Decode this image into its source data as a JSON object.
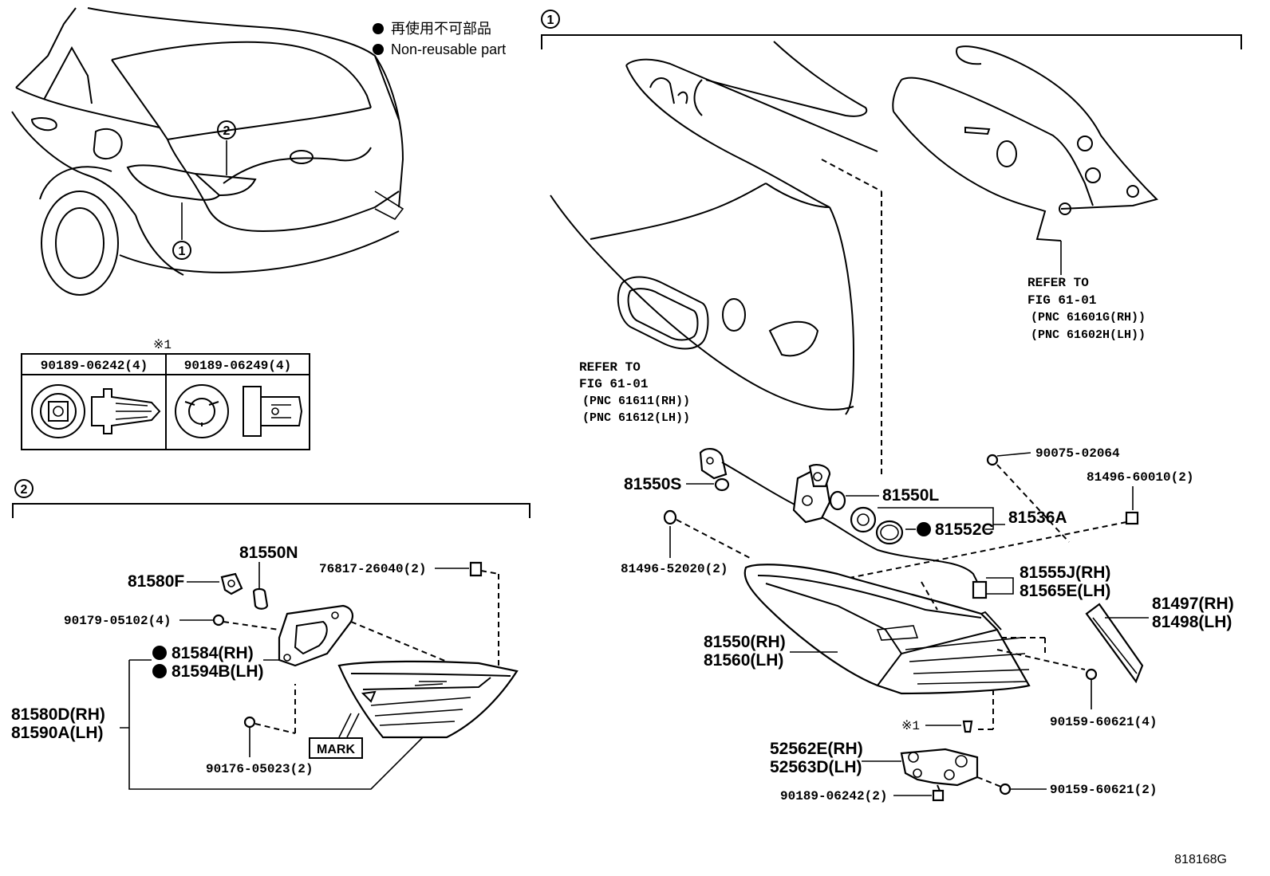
{
  "legend": {
    "ja": "再使用不可部品",
    "en": "Non-reusable part"
  },
  "callouts": [
    "1",
    "2"
  ],
  "note_mark": "※1",
  "bulb_table": {
    "headers": [
      "90189-06242(4)",
      "90189-06249(4)"
    ]
  },
  "section1": {
    "refer_left": [
      "REFER TO",
      "FIG 61-01",
      "(PNC 61611(RH))",
      "(PNC 61612(LH))"
    ],
    "refer_right": [
      "REFER TO",
      "FIG 61-01",
      "(PNC 61601G(RH))",
      "(PNC 61602H(LH))"
    ],
    "parts": {
      "p81550S": "81550S",
      "p81550L": "81550L",
      "p81552C": "81552C",
      "p81536A": "81536A",
      "p90075": "90075-02064",
      "p81496_60010": "81496-60010(2)",
      "p81496_52020": "81496-52020(2)",
      "p81555J": "81555J(RH)",
      "p81565E": "81565E(LH)",
      "p81550": "81550(RH)",
      "p81560": "81560(LH)",
      "p81497": "81497(RH)",
      "p81498": "81498(LH)",
      "p90159_4": "90159-60621(4)",
      "p52562E": "52562E(RH)",
      "p52563D": "52563D(LH)",
      "p90189_2": "90189-06242(2)",
      "p90159_2": "90159-60621(2)"
    }
  },
  "section2": {
    "parts": {
      "p81550N": "81550N",
      "p81580F": "81580F",
      "p76817": "76817-26040(2)",
      "p90179": "90179-05102(4)",
      "p81584": "81584(RH)",
      "p81594B": "81594B(LH)",
      "p81580D": "81580D(RH)",
      "p81590A": "81590A(LH)",
      "p90176": "90176-05023(2)"
    },
    "mark": "MARK"
  },
  "figure_id": "818168G"
}
